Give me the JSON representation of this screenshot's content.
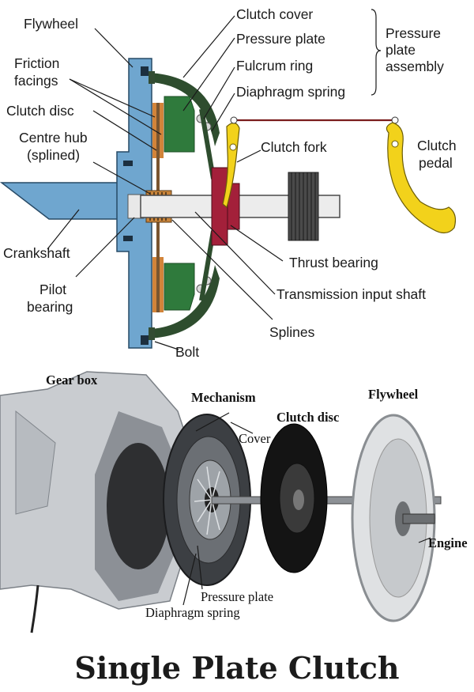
{
  "top_diagram": {
    "labels": {
      "flywheel": "Flywheel",
      "clutch_cover": "Clutch cover",
      "pressure_plate": "Pressure plate",
      "fulcrum_ring": "Fulcrum ring",
      "diaphragm_spring": "Diaphragm spring",
      "assembly_line1": "Pressure",
      "assembly_line2": "plate",
      "assembly_line3": "assembly",
      "friction_line1": "Friction",
      "friction_line2": "facings",
      "clutch_disc": "Clutch disc",
      "hub_line1": "Centre hub",
      "hub_line2": "(splined)",
      "clutch_fork": "Clutch fork",
      "pedal_line1": "Clutch",
      "pedal_line2": "pedal",
      "crankshaft": "Crankshaft",
      "pilot_line1": "Pilot",
      "pilot_line2": "bearing",
      "thrust_bearing": "Thrust bearing",
      "input_shaft": "Transmission input shaft",
      "splines": "Splines",
      "bolt": "Bolt"
    }
  },
  "bottom_diagram": {
    "labels": {
      "gear_box": "Gear box",
      "mechanism": "Mechanism",
      "cover": "Cover",
      "clutch_disc": "Clutch disc",
      "flywheel": "Flywheel",
      "engine": "Engine",
      "pressure_plate": "Pressure plate",
      "diaphragm_spring": "Diaphragm spring"
    }
  },
  "title": "Single Plate Clutch",
  "colors": {
    "flywheel_blue": "#6fa6cf",
    "plate_green": "#2f7a3c",
    "disc_orange": "#d2843a",
    "bearing_red": "#a3203a",
    "pedal_yellow": "#f2d21b",
    "shaft_grey": "#d9d9d9"
  }
}
